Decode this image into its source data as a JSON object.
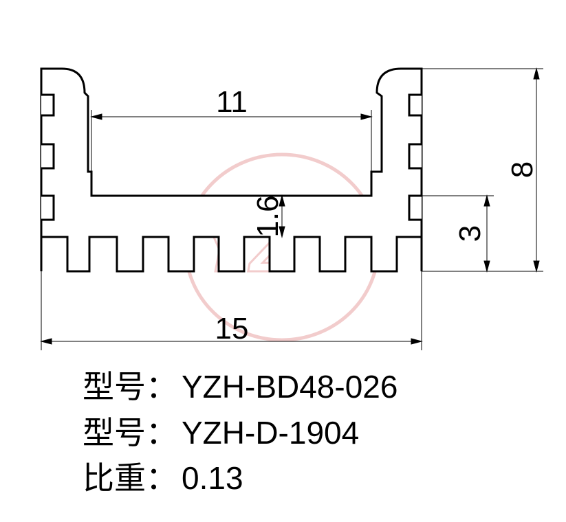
{
  "drawing": {
    "dimensions": {
      "inner_width": "11",
      "total_width": "15",
      "total_height": "8",
      "base_height": "3",
      "wall_thickness": "1.6"
    },
    "colors": {
      "outline": "#000000",
      "watermark": "#e8a3a3"
    }
  },
  "specs": [
    {
      "label": "型号：",
      "value": "YZH-BD48-026"
    },
    {
      "label": "型号：",
      "value": "YZH-D-1904"
    },
    {
      "label": "比重：",
      "value": "0.13"
    }
  ]
}
